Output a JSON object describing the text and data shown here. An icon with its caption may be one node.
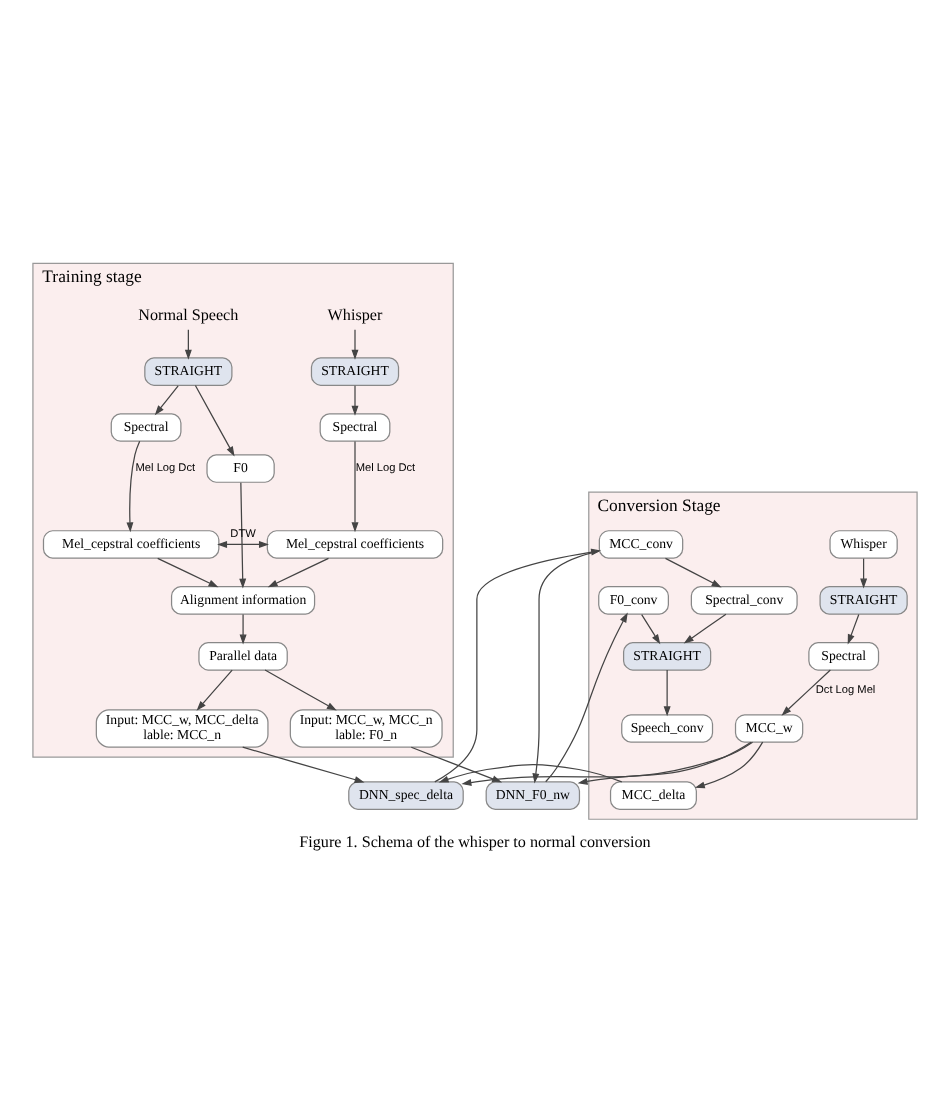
{
  "diagram": {
    "caption": "Figure 1. Schema of the whisper to normal conversion",
    "nodes": [
      {
        "text": [
          "Training stage"
        ]
      },
      {
        "text": [
          "Whisper"
        ],
        "in": 0
      },
      {
        "text": [
          "Normal Speech"
        ],
        "in": 0
      },
      {
        "text": [
          "STRAIGHT"
        ],
        "in": 0
      },
      {
        "text": [
          "STRAIGHT"
        ],
        "in": 0
      },
      {
        "text": [
          "Spectral"
        ],
        "in": 0
      },
      {
        "text": [
          "Spectral"
        ],
        "in": 0
      },
      {
        "text": [
          "F0"
        ],
        "in": 0
      },
      {
        "text": [
          "Mel_cepstral coefficients"
        ],
        "in": 0
      },
      {
        "text": [
          "Mel_cepstral coefficients"
        ],
        "in": 0
      },
      {
        "text": [
          "Alignment information"
        ],
        "in": 0
      },
      {
        "text": [
          "Parallel data"
        ],
        "in": 0
      },
      {
        "text": [
          "Input: MCC_w, MCC_delta",
          "lable: MCC_n"
        ],
        "in": 0
      },
      {
        "text": [
          "Input: MCC_w, MCC_n",
          "lable: F0_n"
        ],
        "in": 0
      },
      {
        "text": [
          "DNN_spec_delta"
        ]
      },
      {
        "text": [
          "DNN_F0_nw"
        ]
      },
      {
        "text": [
          "Conversion Stage"
        ]
      },
      {
        "text": [
          "Whisper"
        ],
        "in": 16
      },
      {
        "text": [
          "STRAIGHT"
        ],
        "in": 16
      },
      {
        "text": [
          "Spectral"
        ],
        "in": 16
      },
      {
        "text": [
          "MCC_w"
        ],
        "in": 16
      },
      {
        "text": [
          "MCC_delta"
        ],
        "in": 16
      },
      {
        "text": [
          "MCC_conv"
        ],
        "in": 16
      },
      {
        "text": [
          "F0_conv"
        ],
        "in": 16
      },
      {
        "text": [
          "Spectral_conv"
        ],
        "in": 16
      },
      {
        "text": [
          "STRAIGHT"
        ],
        "in": 16
      },
      {
        "text": [
          "Speech_conv"
        ],
        "in": 16
      }
    ],
    "edges": [
      {
        "from": 1,
        "to": 3,
        "arrow": "to"
      },
      {
        "from": 2,
        "to": 4,
        "arrow": "to"
      },
      {
        "from": 3,
        "to": 5,
        "arrow": "to"
      },
      {
        "from": 4,
        "to": 6,
        "arrow": "to"
      },
      {
        "from": 4,
        "to": 7,
        "arrow": "to"
      },
      {
        "from": 5,
        "to": 8,
        "arrow": "to",
        "label": "Mel Log Dct"
      },
      {
        "from": 6,
        "to": 9,
        "arrow": "to",
        "label": "Mel Log Dct"
      },
      {
        "from": 8,
        "to": 9,
        "arrow": "both",
        "label": "DTW"
      },
      {
        "from": 8,
        "to": 10,
        "arrow": "to"
      },
      {
        "from": 9,
        "to": 10,
        "arrow": "to"
      },
      {
        "from": 7,
        "to": 10,
        "arrow": "to"
      },
      {
        "from": 10,
        "to": 11,
        "arrow": "to"
      },
      {
        "from": 11,
        "to": 12,
        "arrow": "to"
      },
      {
        "from": 11,
        "to": 13,
        "arrow": "to"
      },
      {
        "from": 12,
        "to": 14,
        "arrow": "to"
      },
      {
        "from": 13,
        "to": 15,
        "arrow": "to"
      },
      {
        "from": 17,
        "to": 18,
        "arrow": "to"
      },
      {
        "from": 18,
        "to": 19,
        "arrow": "to"
      },
      {
        "from": 19,
        "to": 20,
        "arrow": "to",
        "label": "Dct Log Mel"
      },
      {
        "from": 20,
        "to": 21,
        "arrow": "to"
      },
      {
        "from": 21,
        "to": 14,
        "arrow": "to"
      },
      {
        "from": 20,
        "to": 14,
        "arrow": "to"
      },
      {
        "from": 14,
        "to": 22,
        "arrow": "to"
      },
      {
        "from": 20,
        "to": 15,
        "arrow": "to"
      },
      {
        "from": 22,
        "to": 15,
        "arrow": "to"
      },
      {
        "from": 22,
        "to": 24,
        "arrow": "to"
      },
      {
        "from": 15,
        "to": 23,
        "arrow": "to"
      },
      {
        "from": 23,
        "to": 25,
        "arrow": "to"
      },
      {
        "from": 24,
        "to": 25,
        "arrow": "to"
      },
      {
        "from": 25,
        "to": 26,
        "arrow": "to"
      }
    ]
  }
}
